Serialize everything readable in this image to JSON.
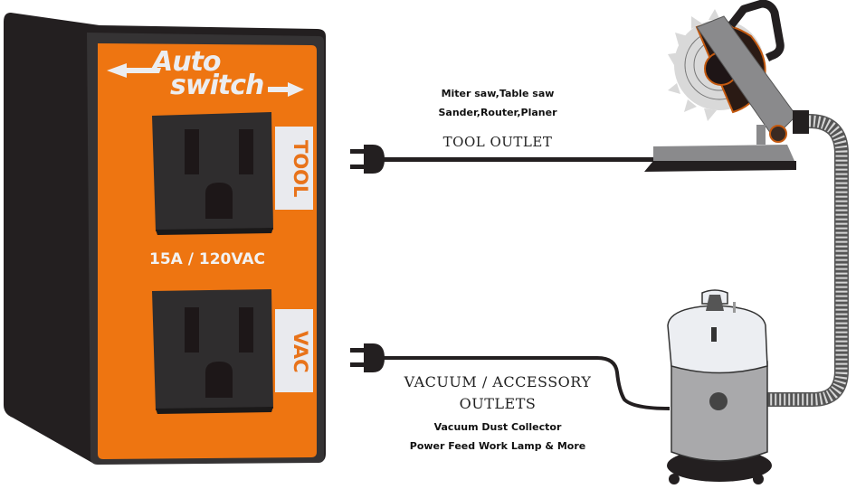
{
  "device": {
    "brand_line1": "Auto",
    "brand_line2": "switch",
    "rating": "15A / 120VAC",
    "outlets": [
      {
        "label": "TOOL"
      },
      {
        "label": "VAC"
      }
    ]
  },
  "tool_connection": {
    "devices_line1": "Miter saw,Table saw",
    "devices_line2": "Sander,Router,Planer",
    "outlet_label": "TOOL OUTLET"
  },
  "vacuum_connection": {
    "outlet_label_line1": "VACUUM / ACCESSORY",
    "outlet_label_line2": "OUTLETS",
    "devices_line1": "Vacuum Dust Collector",
    "devices_line2": "Power Feed Work Lamp & More"
  },
  "colors": {
    "orange": "#ee7511",
    "housing": "#231f20",
    "outlet": "#2f2d2e",
    "label_bg": "#e9eaee",
    "tool_gray": "#8a8a8c",
    "vac_gray": "#a9a9ab"
  }
}
